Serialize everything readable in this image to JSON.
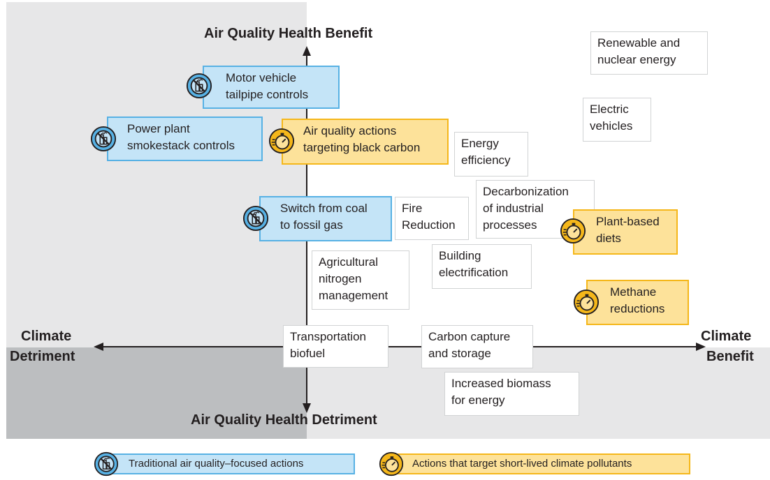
{
  "axes": {
    "top": "Air Quality Health Benefit",
    "bottom": "Air Quality Health Detriment",
    "left_line1": "Climate",
    "left_line2": "Detriment",
    "right_line1": "Climate",
    "right_line2": "Benefit"
  },
  "items": [
    {
      "id": "renewable",
      "type": "plain",
      "text": "Renewable and\nnuclear energy"
    },
    {
      "id": "electric-vehicles",
      "type": "plain",
      "text": "Electric\nvehicles"
    },
    {
      "id": "motor-vehicle",
      "type": "air-quality",
      "text": "Motor vehicle\ntailpipe controls"
    },
    {
      "id": "power-plant",
      "type": "air-quality",
      "text": "Power plant\nsmokestack controls"
    },
    {
      "id": "black-carbon",
      "type": "short-lived",
      "text": "Air quality actions\ntargeting black carbon"
    },
    {
      "id": "energy-efficiency",
      "type": "plain",
      "text": "Energy\nefficiency"
    },
    {
      "id": "decarbonization",
      "type": "plain",
      "text": "Decarbonization\nof industrial\nprocesses"
    },
    {
      "id": "switch-coal",
      "type": "air-quality",
      "text": "Switch from coal\nto fossil gas"
    },
    {
      "id": "fire-reduction",
      "type": "plain",
      "text": "Fire\nReduction"
    },
    {
      "id": "plant-based",
      "type": "short-lived",
      "text": "Plant-based\ndiets"
    },
    {
      "id": "building-electrification",
      "type": "plain",
      "text": "Building\nelectrification"
    },
    {
      "id": "agricultural-nitrogen",
      "type": "plain",
      "text": "Agricultural\nnitrogen\nmanagement"
    },
    {
      "id": "methane",
      "type": "short-lived",
      "text": "Methane\nreductions"
    },
    {
      "id": "transportation-biofuel",
      "type": "plain",
      "text": "Transportation\nbiofuel"
    },
    {
      "id": "carbon-capture",
      "type": "plain",
      "text": "Carbon capture\nand storage"
    },
    {
      "id": "biomass",
      "type": "plain",
      "text": "Increased biomass\nfor energy"
    }
  ],
  "legend": {
    "air_quality": "Traditional air quality–focused actions",
    "short_lived": "Actions that target short-lived climate pollutants"
  },
  "colors": {
    "air_quality_fill": "#c4e4f7",
    "air_quality_border": "#57b1e4",
    "short_lived_fill": "#fde29a",
    "short_lived_border": "#f5b71a",
    "quadrant_light": "#e7e7e8",
    "quadrant_dark": "#bcbec0"
  },
  "icons": {
    "air_quality": "no-smokestack-icon",
    "short_lived": "stopwatch-icon"
  }
}
